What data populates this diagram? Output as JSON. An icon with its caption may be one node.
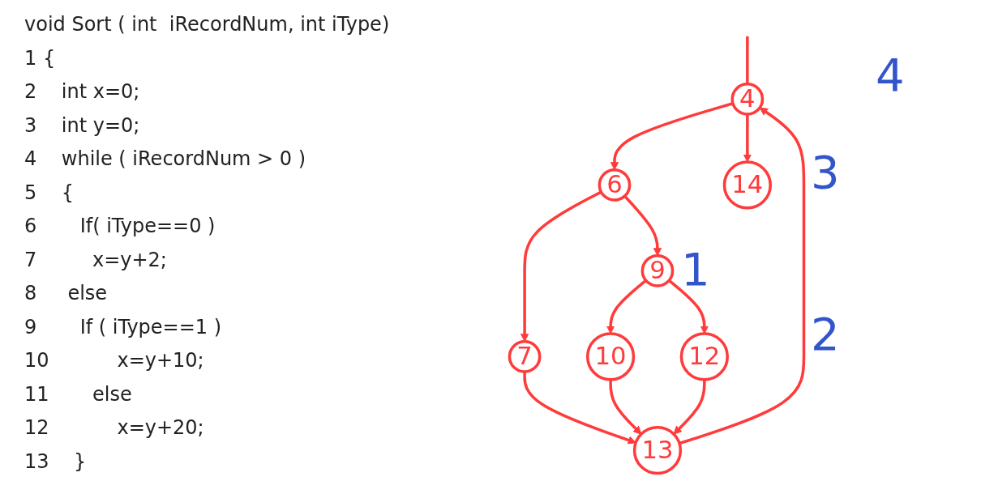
{
  "diagram": {
    "nodes": [
      {
        "text": [
          "4"
        ]
      },
      {
        "text": [
          "6"
        ]
      },
      {
        "text": [
          "7"
        ]
      },
      {
        "text": [
          "9"
        ]
      },
      {
        "text": [
          "10"
        ]
      },
      {
        "text": [
          "12"
        ]
      },
      {
        "text": [
          "13"
        ]
      },
      {
        "text": [
          "14"
        ]
      }
    ],
    "edges": [
      {
        "from": null,
        "to": 0,
        "arrow": "none"
      },
      {
        "from": 0,
        "to": 1,
        "arrow": "to"
      },
      {
        "from": 1,
        "to": 2,
        "arrow": "to"
      },
      {
        "from": 1,
        "to": 3,
        "arrow": "to"
      },
      {
        "from": 3,
        "to": 4,
        "arrow": "to"
      },
      {
        "from": 3,
        "to": 5,
        "arrow": "to"
      },
      {
        "from": 2,
        "to": 6,
        "arrow": "to"
      },
      {
        "from": 4,
        "to": 6,
        "arrow": "to"
      },
      {
        "from": 5,
        "to": 6,
        "arrow": "to"
      },
      {
        "from": 6,
        "to": 0,
        "arrow": "to"
      },
      {
        "from": 0,
        "to": 7,
        "arrow": "to"
      }
    ],
    "labels": [
      "void Sort ( int  iRecordNum, int iType)",
      "1 {",
      "2    int x=0;",
      "3    int y=0;",
      "4    while ( iRecordNum > 0 )",
      "5    {",
      "6       If( iType==0 )",
      "7         x=y+2;",
      "8     else",
      "9       If ( iType==1 )",
      "10           x=y+10;",
      "11       else",
      "12           x=y+20;",
      "13    }",
      "4",
      "3",
      "1",
      "2"
    ]
  }
}
